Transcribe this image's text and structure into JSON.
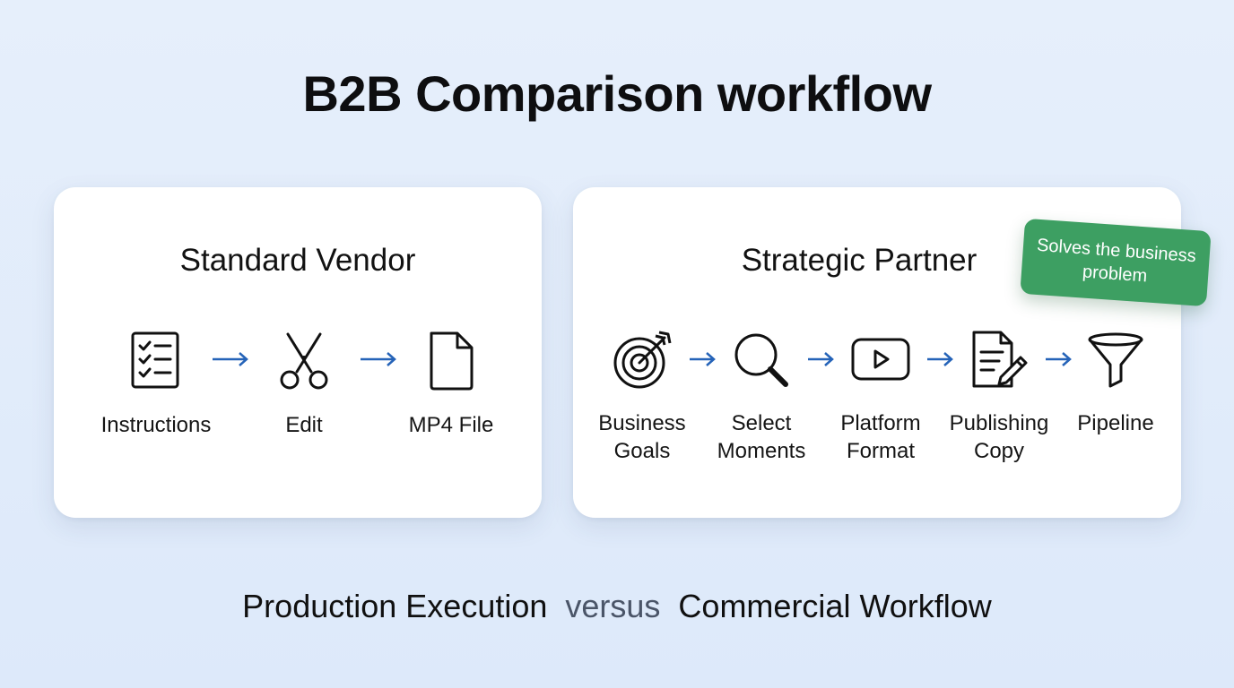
{
  "title": "B2B Comparison workflow",
  "left_card": {
    "title": "Standard Vendor",
    "steps": [
      {
        "label": "Instructions",
        "icon": "checklist-icon"
      },
      {
        "label": "Edit",
        "icon": "scissors-icon"
      },
      {
        "label": "MP4 File",
        "icon": "file-icon"
      }
    ]
  },
  "right_card": {
    "title": "Strategic Partner",
    "badge": "Solves the business problem",
    "steps": [
      {
        "label": "Business Goals",
        "icon": "target-icon"
      },
      {
        "label": "Select Moments",
        "icon": "magnifier-icon"
      },
      {
        "label": "Platform Format",
        "icon": "play-icon"
      },
      {
        "label": "Publishing Copy",
        "icon": "document-pen-icon"
      },
      {
        "label": "Pipeline",
        "icon": "funnel-icon"
      }
    ]
  },
  "footer": {
    "left": "Production Execution",
    "middle": "versus",
    "right": "Commercial Workflow"
  },
  "colors": {
    "arrow": "#2563b8",
    "badge": "#3d9f62",
    "background": "#e3edfb"
  }
}
